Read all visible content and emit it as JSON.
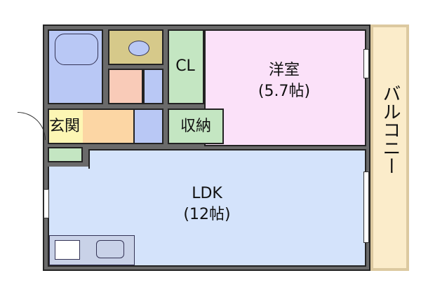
{
  "rooms": {
    "western": {
      "name": "洋室",
      "size": "(5.7帖)"
    },
    "ldk": {
      "name": "LDK",
      "size": "(12帖)"
    },
    "closet": "CL",
    "storage": "収納",
    "entrance": "玄関",
    "balcony": "バルコニー"
  },
  "colors": {
    "bath": "#b9c8f5",
    "toilet": "#d6c98a",
    "washroom": "#f9cbb8",
    "hall": "#fcd6a4",
    "entrance": "#fdf6b4",
    "closet": "#c4e6c2",
    "western": "#fbe1f9",
    "ldk": "#d4e3fb",
    "balcony": "#fbecca",
    "wall": "#6a6a6a"
  }
}
